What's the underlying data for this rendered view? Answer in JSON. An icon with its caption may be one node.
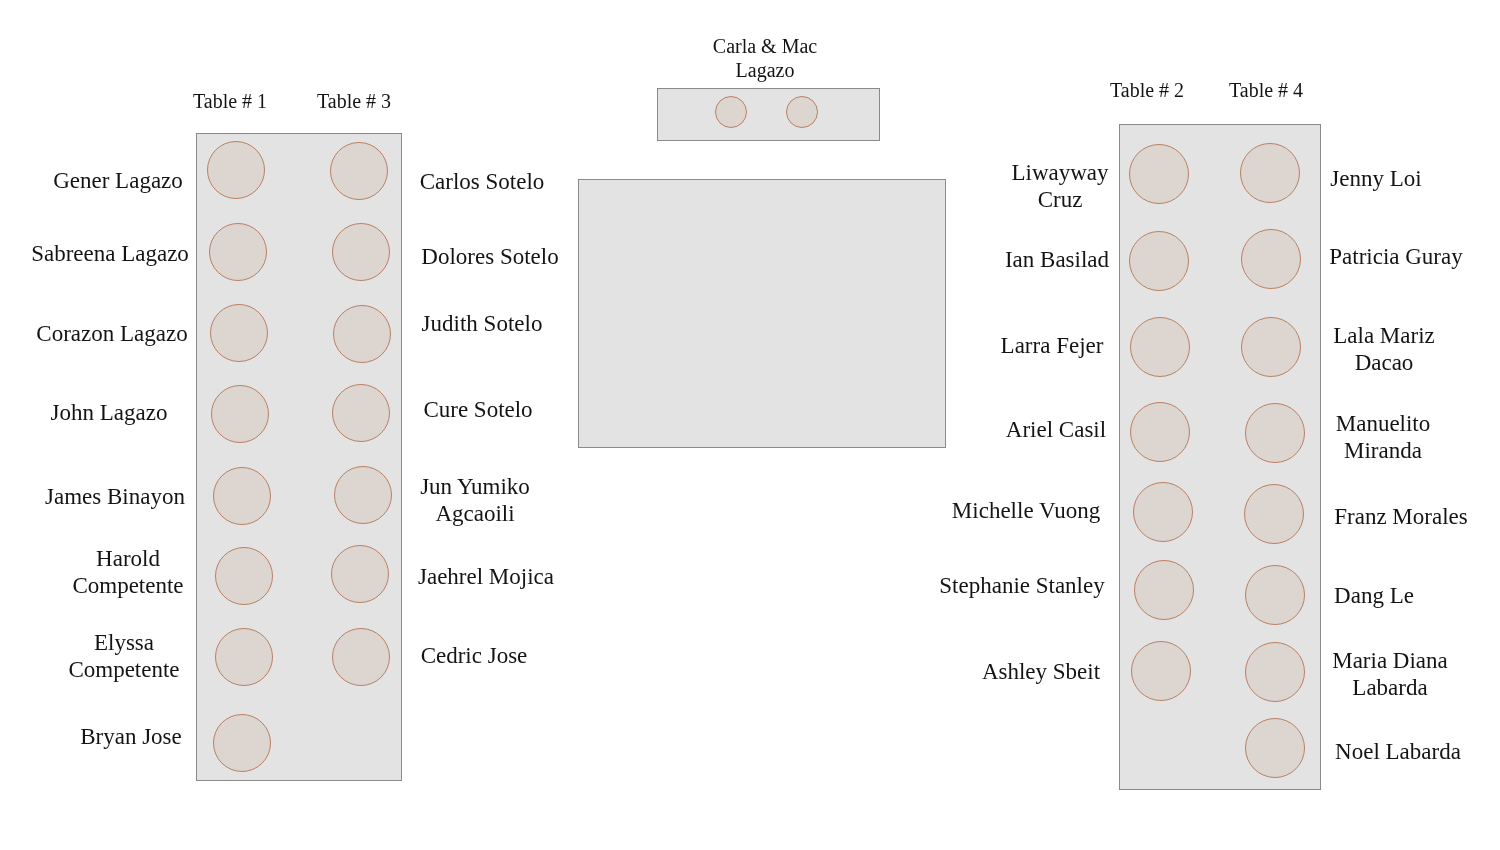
{
  "diagram": {
    "nodes": [
      {
        "text": [
          "Table # 1",
          "Table # 3"
        ]
      },
      {
        "text": [],
        "shape": "circle",
        "in": 0,
        "beside": [
          "Gener Lagazo"
        ]
      },
      {
        "text": [],
        "shape": "circle",
        "in": 0,
        "beside": [
          "Carlos Sotelo"
        ]
      },
      {
        "text": [],
        "shape": "circle",
        "in": 0,
        "beside": [
          "Sabreena Lagazo"
        ]
      },
      {
        "text": [],
        "shape": "circle",
        "in": 0,
        "beside": [
          "Dolores Sotelo"
        ]
      },
      {
        "text": [],
        "shape": "circle",
        "in": 0,
        "beside": [
          "Corazon Lagazo"
        ]
      },
      {
        "text": [],
        "shape": "circle",
        "in": 0,
        "beside": [
          "Judith Sotelo"
        ]
      },
      {
        "text": [],
        "shape": "circle",
        "in": 0,
        "beside": [
          "John Lagazo"
        ]
      },
      {
        "text": [],
        "shape": "circle",
        "in": 0,
        "beside": [
          "Cure Sotelo"
        ]
      },
      {
        "text": [],
        "shape": "circle",
        "in": 0,
        "beside": [
          "James Binayon"
        ]
      },
      {
        "text": [],
        "shape": "circle",
        "in": 0,
        "beside": [
          "Jun Yumiko Agcaoili"
        ]
      },
      {
        "text": [],
        "shape": "circle",
        "in": 0,
        "beside": [
          "Harold Competente"
        ]
      },
      {
        "text": [],
        "shape": "circle",
        "in": 0,
        "beside": [
          "Jaehrel Mojica"
        ]
      },
      {
        "text": [],
        "shape": "circle",
        "in": 0,
        "beside": [
          "Elyssa Competente"
        ]
      },
      {
        "text": [],
        "shape": "circle",
        "in": 0,
        "beside": [
          "Cedric Jose"
        ]
      },
      {
        "text": [],
        "shape": "circle",
        "in": 0,
        "beside": [
          "Bryan Jose"
        ]
      },
      {
        "text": [
          "Carla & Mac Lagazo"
        ]
      },
      {
        "text": [],
        "shape": "circle",
        "in": 16
      },
      {
        "text": [],
        "shape": "circle",
        "in": 16
      },
      {
        "text": [],
        "shape": "box"
      },
      {
        "text": [
          "Table # 2",
          "Table # 4"
        ]
      },
      {
        "text": [],
        "shape": "circle",
        "in": 20,
        "beside": [
          "Liwayway Cruz"
        ]
      },
      {
        "text": [],
        "shape": "circle",
        "in": 20,
        "beside": [
          "Jenny Loi"
        ]
      },
      {
        "text": [],
        "shape": "circle",
        "in": 20,
        "beside": [
          "Ian Basilad"
        ]
      },
      {
        "text": [],
        "shape": "circle",
        "in": 20,
        "beside": [
          "Patricia Guray"
        ]
      },
      {
        "text": [],
        "shape": "circle",
        "in": 20,
        "beside": [
          "Larra Fejer"
        ]
      },
      {
        "text": [],
        "shape": "circle",
        "in": 20,
        "beside": [
          "Lala Mariz Dacao"
        ]
      },
      {
        "text": [],
        "shape": "circle",
        "in": 20,
        "beside": [
          "Ariel Casil"
        ]
      },
      {
        "text": [],
        "shape": "circle",
        "in": 20,
        "beside": [
          "Manuelito Miranda"
        ]
      },
      {
        "text": [],
        "shape": "circle",
        "in": 20,
        "beside": [
          "Michelle Vuong"
        ]
      },
      {
        "text": [],
        "shape": "circle",
        "in": 20,
        "beside": [
          "Franz Morales"
        ]
      },
      {
        "text": [],
        "shape": "circle",
        "in": 20,
        "beside": [
          "Stephanie Stanley"
        ]
      },
      {
        "text": [],
        "shape": "circle",
        "in": 20,
        "beside": [
          "Dang Le"
        ]
      },
      {
        "text": [],
        "shape": "circle",
        "in": 20,
        "beside": [
          "Ashley Sbeit"
        ]
      },
      {
        "text": [],
        "shape": "circle",
        "in": 20,
        "beside": [
          "Maria Diana Labarda"
        ]
      },
      {
        "text": [],
        "shape": "circle",
        "in": 20,
        "beside": [
          "Noel Labarda"
        ]
      }
    ]
  }
}
